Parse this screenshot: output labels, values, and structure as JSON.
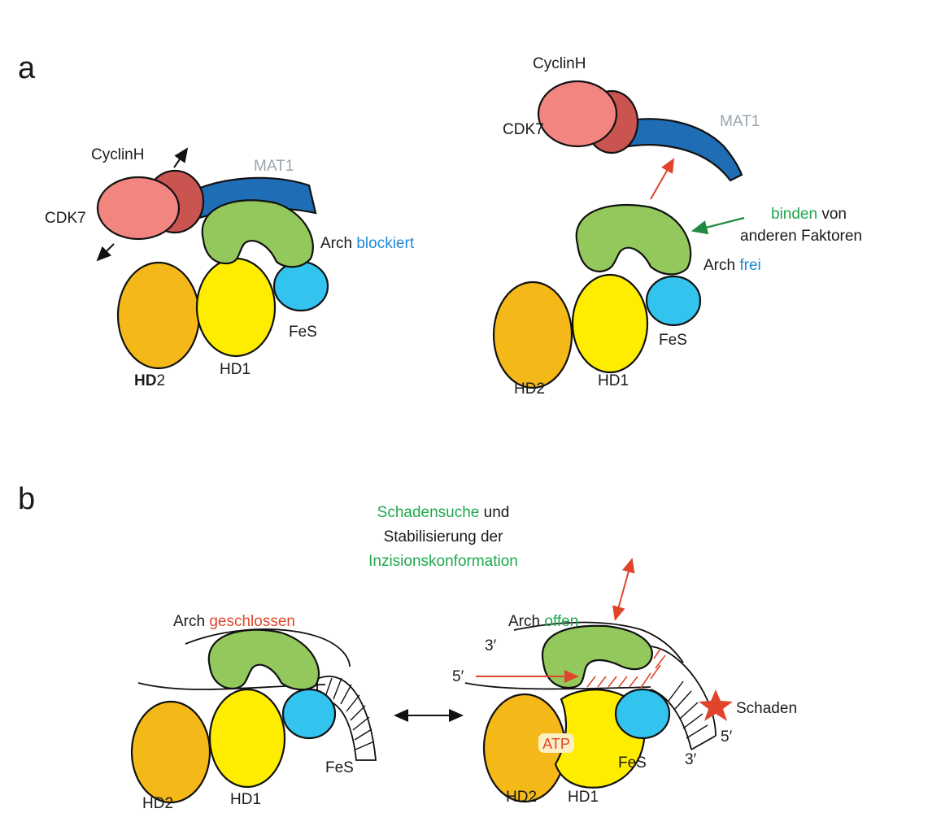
{
  "colors": {
    "hd2": "#F4B818",
    "hd1": "#FFED00",
    "fes": "#33C3EF",
    "arch": "#92C85C",
    "mat1": "#1F6DB5",
    "cdk7": "#F2857F",
    "cyclinh": "#C95450",
    "red": "#E0452B",
    "green": "#1FA84F",
    "blue": "#1F8AD6",
    "gray": "#9AA5AE"
  },
  "panel_a": {
    "label": "a",
    "left": {
      "cyclinh": "CyclinH",
      "mat1": "MAT1",
      "cdk7": "CDK7",
      "arch": "Arch",
      "arch_state": "blockiert",
      "fes": "FeS",
      "hd1": "HD1",
      "hd2_bold": "HD",
      "hd2_rest": "2"
    },
    "right": {
      "cyclinh": "CyclinH",
      "mat1": "MAT1",
      "cdk7": "CDK7",
      "binden": "binden",
      "von": " von",
      "anderen": "anderen Faktoren",
      "arch": "Arch",
      "arch_state": "frei",
      "fes": "FeS",
      "hd1": "HD1",
      "hd2": "HD2"
    }
  },
  "panel_b": {
    "label": "b",
    "title_green1": "Schadensuche",
    "title_rest1": " und",
    "title_line2": "Stabilisierung der",
    "title_green3": "Inzisionskonformation",
    "left": {
      "arch": "Arch ",
      "arch_state": "geschlossen",
      "fes": "FeS",
      "hd1": "HD1",
      "hd2": "HD2"
    },
    "right": {
      "arch": "Arch ",
      "arch_state": "offen",
      "three_prime_top": "3′",
      "five_prime_left": "5′",
      "atp": "ATP",
      "fes": "FeS",
      "hd1": "HD1",
      "hd2": "HD2",
      "schaden": "Schaden",
      "five_prime_right": "5′",
      "three_prime_bottom": "3′"
    }
  }
}
